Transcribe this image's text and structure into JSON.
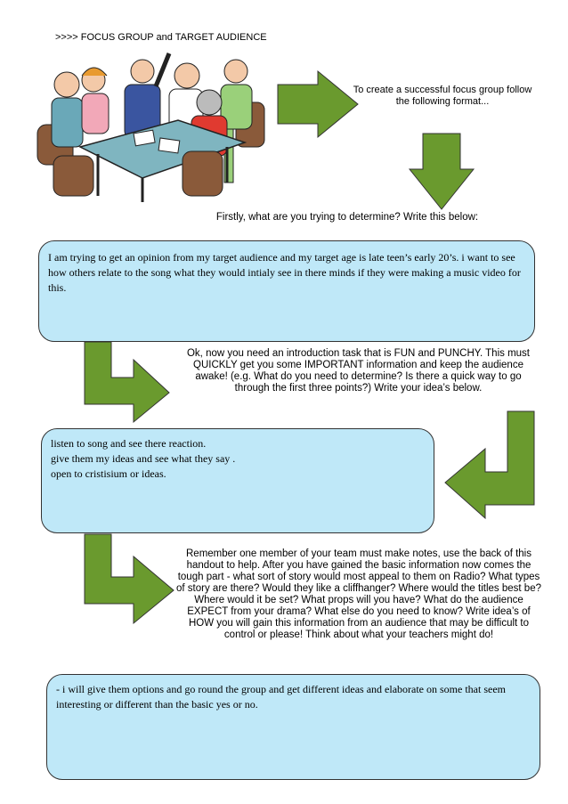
{
  "header": {
    "title": ">>>> FOCUS GROUP and TARGET AUDIENCE"
  },
  "intro": {
    "text": "To create a successful focus group follow the following format..."
  },
  "questions": {
    "q1": "Firstly, what are you trying to determine? Write this below:",
    "q2": "Ok, now you need an introduction task that is FUN and PUNCHY. This must QUICKLY get you some IMPORTANT information and keep the audience awake! (e.g. What do you need to determine? Is there a quick way to go through the first three points?) Write your idea’s below.",
    "q3": "Remember one member of your team must make notes, use the back of this handout to help. After you have gained the basic information now comes the tough part - what sort of story would most appeal to them on Radio? What types of story are there? Would they like a cliffhanger? Where would the titles best be? Where would it be set? What props will you have? What do the audience EXPECT from your drama? What else do you need to know? Write idea’s of HOW you will gain this information from an audience that may be difficult to control or please! Think about what your teachers might do!"
  },
  "answers": {
    "a1": "I am trying to get an opinion from my target audience and my target age is late teen’s early 20’s. i want to see how others relate to the song what they would intialy see in there minds if they were making a music video for this.",
    "a2": [
      "listen to song and see there reaction.",
      "give them my ideas and see what they say .",
      "open to cristisium or ideas."
    ],
    "a3": "- i will give them options and go round the group and get different ideas and elaborate on some that seem interesting or different than the basic yes or no."
  },
  "colors": {
    "arrow_fill": "#6a9a2e",
    "box_fill": "#bfe8f8",
    "table": "#7fb5c0",
    "chair": "#8a5a3a"
  },
  "illustration": {
    "icon": "focus-group-meeting-clipart"
  }
}
